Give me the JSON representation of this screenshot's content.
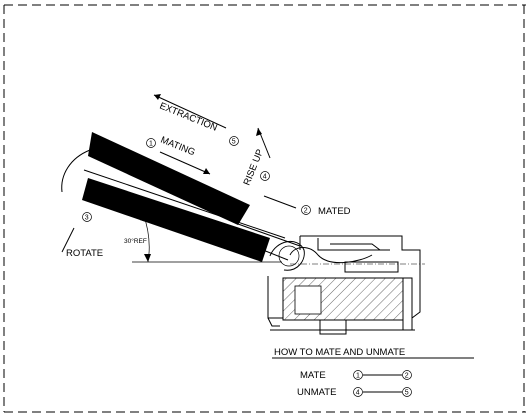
{
  "labels": {
    "extraction": "EXTRACTION",
    "extraction_step": "5",
    "mating": "MATING",
    "mating_step": "1",
    "rise_up": "RISE UP",
    "rise_up_step": "4",
    "mated": "MATED",
    "mated_step": "2",
    "rotate": "ROTATE",
    "rotate_step": "3",
    "angle_ref": "30°REF"
  },
  "legend": {
    "title": "HOW TO MATE AND UNMATE",
    "mate_label": "MATE",
    "mate_from": "1",
    "mate_to": "2",
    "unmate_label": "UNMATE",
    "unmate_from": "4",
    "unmate_to": "5"
  }
}
